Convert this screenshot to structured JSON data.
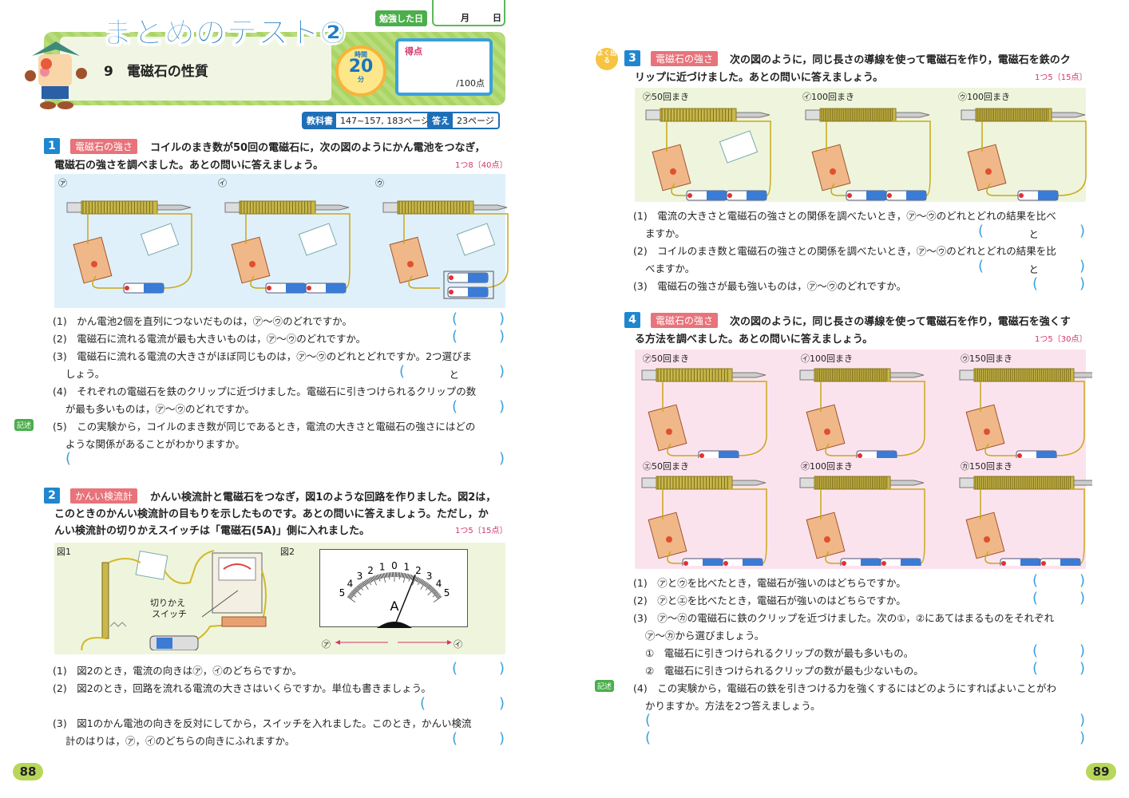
{
  "header": {
    "title": "まとめのテスト②",
    "study_date_label": "勉強した日",
    "month": "月",
    "day": "日",
    "unit": "9　電磁石の性質",
    "timer_top": "時間",
    "timer_value": "20",
    "timer_unit": "分",
    "score_label": "得点",
    "score_total": "/100点",
    "textbook_label": "教科書",
    "textbook_pages": "147~157, 183ページ",
    "answer_label": "答え",
    "answer_page": "23ページ"
  },
  "q1": {
    "num": "1",
    "category": "電磁石の強さ",
    "line1": "コイルのまき数が50回の電磁石に，次の図のようにかん電池をつなぎ，",
    "line2": "電磁石の強さを調べました。あとの問いに答えましょう。",
    "points": "1つ8〔40点〕",
    "fig_labels": [
      "㋐",
      "㋑",
      "㋒"
    ],
    "items": [
      "(1)　かん電池2個を直列につないだものは，㋐〜㋒のどれですか。",
      "(2)　電磁石に流れる電流が最も大きいものは，㋐〜㋒のどれですか。",
      "(3)　電磁石に流れる電流の大きさがほぼ同じものは，㋐〜㋒のどれとどれですか。2つ選びま",
      "しょう。",
      "(4)　それぞれの電磁石を鉄のクリップに近づけました。電磁石に引きつけられるクリップの数",
      "が最も多いものは，㋐〜㋒のどれですか。",
      "(5)　この実験から，コイルのまき数が同じであるとき，電流の大きさと電磁石の強さにはどの",
      "ような関係があることがわかりますか。"
    ],
    "to": "と",
    "kijutsu": "記述"
  },
  "q2": {
    "num": "2",
    "category": "かんい検流計",
    "line1": "かんい検流計と電磁石をつなぎ，図1のような回路を作りました。図2は，",
    "line2": "このときのかんい検流計の目もりを示したものです。あとの問いに答えましょう。ただし，か",
    "line3": "んい検流計の切りかえスイッチは「電磁石(5A)」側に入れました。",
    "points": "1つ5〔15点〕",
    "fig1": "図1",
    "fig2": "図2",
    "switch_label1": "切りかえ",
    "switch_label2": "スイッチ",
    "meter_ticks": [
      "5",
      "4",
      "3",
      "2",
      "1",
      "0",
      "1",
      "2",
      "3",
      "4",
      "5"
    ],
    "meter_unit": "A",
    "meter_reading": "2",
    "dir_left": "㋐",
    "dir_right": "㋑",
    "items": [
      "(1)　図2のとき，電流の向きは㋐，㋑のどちらですか。",
      "(2)　図2のとき，回路を流れる電流の大きさはいくらですか。単位も書きましょう。",
      "(3)　図1のかん電池の向きを反対にしてから，スイッチを入れました。このとき，かんい検流",
      "計のはりは，㋐，㋑のどちらの向きにふれますか。"
    ]
  },
  "q3": {
    "badge": "よく出る",
    "num": "3",
    "category": "電磁石の強さ",
    "line1": "次の図のように，同じ長さの導線を使って電磁石を作り，電磁石を鉄のク",
    "line2": "リップに近づけました。あとの問いに答えましょう。",
    "points": "1つ5〔15点〕",
    "fig_labels": [
      "㋐50回まき",
      "㋑100回まき",
      "㋒100回まき"
    ],
    "items": [
      "(1)　電流の大きさと電磁石の強さとの関係を調べたいとき，㋐〜㋒のどれとどれの結果を比べ",
      "ますか。",
      "(2)　コイルのまき数と電磁石の強さとの関係を調べたいとき，㋐〜㋒のどれとどれの結果を比",
      "べますか。",
      "(3)　電磁石の強さが最も強いものは，㋐〜㋒のどれですか。"
    ],
    "to": "と"
  },
  "q4": {
    "num": "4",
    "category": "電磁石の強さ",
    "line1": "次の図のように，同じ長さの導線を使って電磁石を作り，電磁石を強くす",
    "line2": "る方法を調べました。あとの問いに答えましょう。",
    "points": "1つ5〔30点〕",
    "fig_labels": [
      "㋐50回まき",
      "㋑100回まき",
      "㋒150回まき",
      "㋓50回まき",
      "㋔100回まき",
      "㋕150回まき"
    ],
    "items": [
      "(1)　㋐と㋒を比べたとき，電磁石が強いのはどちらですか。",
      "(2)　㋐と㋓を比べたとき，電磁石が強いのはどちらですか。",
      "(3)　㋐〜㋕の電磁石に鉄のクリップを近づけました。次の①，②にあてはまるものをそれぞれ",
      "㋐〜㋕から選びましょう。",
      "①　電磁石に引きつけられるクリップの数が最も多いもの。",
      "②　電磁石に引きつけられるクリップの数が最も少ないもの。",
      "(4)　この実験から，電磁石の鉄を引きつける力を強くするにはどのようにすればよいことがわ",
      "かりますか。方法を2つ答えましょう。"
    ],
    "kijutsu": "記述"
  },
  "pages": {
    "left": "88",
    "right": "89"
  },
  "colors": {
    "blue": "#1f87cf",
    "green": "#a9d466",
    "pink_panel": "#fbe3ee",
    "blue_panel": "#dff0fa",
    "green_panel": "#eef5dc",
    "category": "#e8737a"
  }
}
